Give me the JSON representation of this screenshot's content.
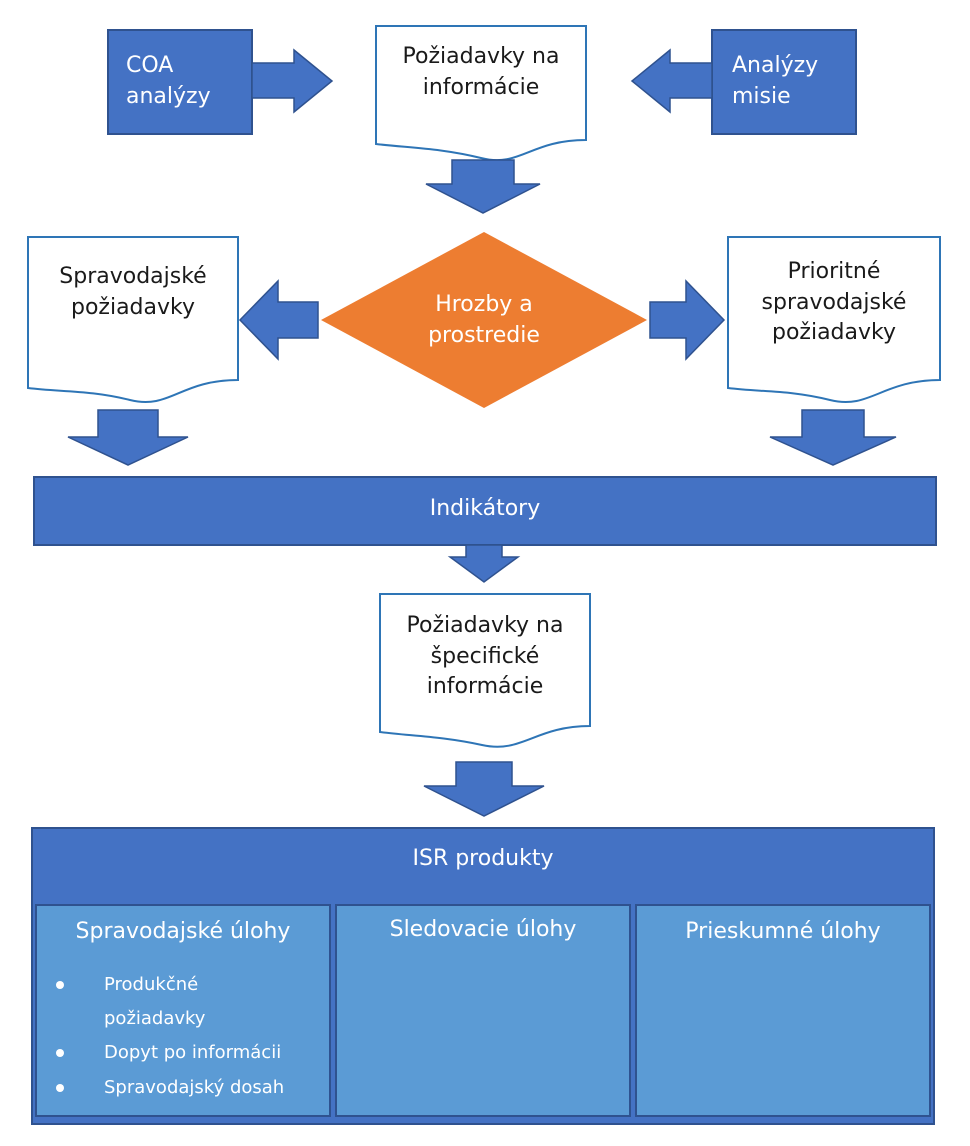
{
  "colors": {
    "blue": "#4472C4",
    "blue_border": "#2F528F",
    "light_blue": "#5B9BD5",
    "orange": "#ED7D31",
    "doc_border": "#2E75B6"
  },
  "nodes": {
    "coa": "COA\nanalýzy",
    "info_requirements": "Požiadavky na\ninformácie",
    "mission_analysis": "Analýzy\nmisie",
    "intel_requirements": "Spravodajské\npožiadavky",
    "threats": "Hrozby a\nprostredie",
    "priority_requirements": "Prioritné\nspravodajské\npožiadavky",
    "indicators": "Indikátory",
    "specific_info": "Požiadavky na\nšpecifické\ninformácie",
    "isr_products": "ISR produkty"
  },
  "tasks": {
    "intel_tasks": {
      "title": "Spravodajské úlohy",
      "items": [
        "Produkčné\npožiadavky",
        "Dopyt po informácii",
        "Spravodajský dosah"
      ]
    },
    "surveillance_tasks": {
      "title": "Sledovacie úlohy"
    },
    "recon_tasks": {
      "title": "Prieskumné úlohy"
    }
  }
}
